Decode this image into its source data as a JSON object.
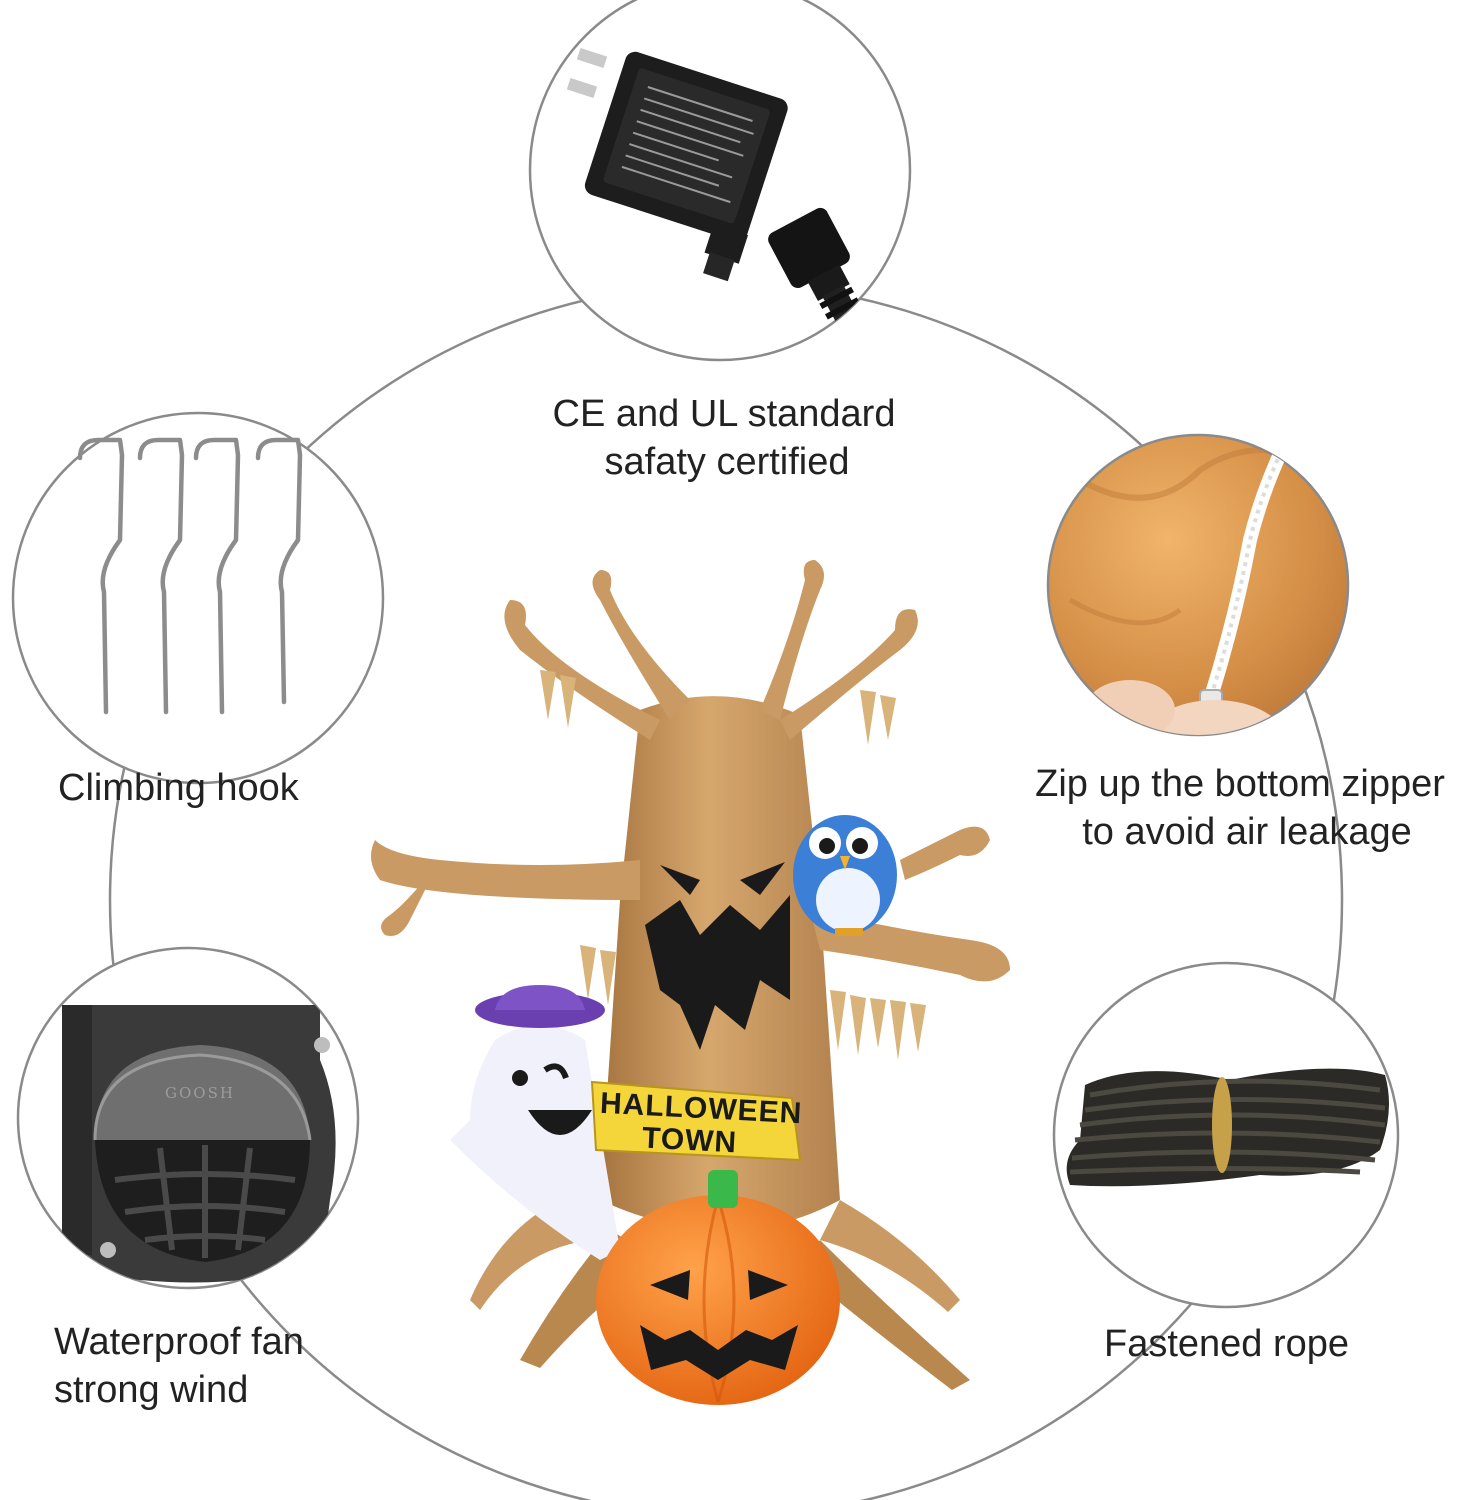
{
  "features": {
    "power": {
      "line1": "CE and UL standard",
      "line2": "safaty certified",
      "icon": "power-adapter-icon"
    },
    "hook": {
      "label": "Climbing hook",
      "icon": "stake-hook-icon"
    },
    "zipper": {
      "line1": "Zip up the bottom zipper",
      "line2": "to avoid air leakage",
      "icon": "zipper-icon"
    },
    "fan": {
      "line1": "Waterproof fan",
      "line2": "strong wind",
      "icon": "fan-blower-icon",
      "brand": "GOOSH"
    },
    "rope": {
      "label": "Fastened rope",
      "icon": "rope-bundle-icon"
    }
  },
  "product": {
    "sign_line1": "HALLOWEEN",
    "sign_line2": "TOWN"
  },
  "colors": {
    "tree": "#c99a63",
    "tree_shadow": "#a8784a",
    "pumpkin": "#f07a1e",
    "owl": "#3b7fd6",
    "ghost_hat": "#6a3fb0",
    "sign": "#f4d63a",
    "zipper_fabric": "#d8964e",
    "outline": "#8a8a8a"
  }
}
